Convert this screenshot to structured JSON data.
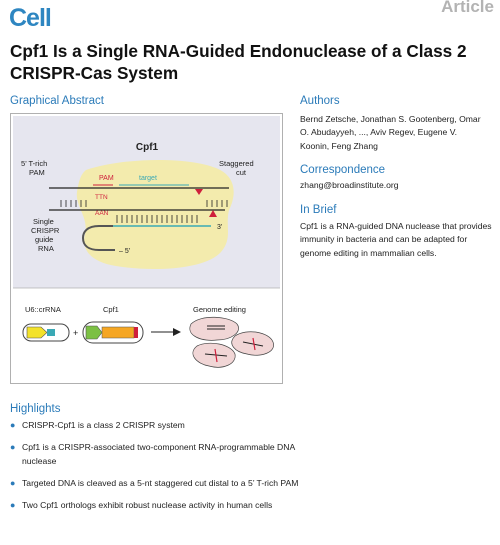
{
  "journal": "Cell",
  "article_type": "Article",
  "title": "Cpf1 Is a Single RNA-Guided Endonuclease of a Class 2 CRISPR-Cas System",
  "graphical_abstract": {
    "heading": "Graphical Abstract",
    "protein_label": "Cpf1",
    "pam_label": "5’ T-rich PAM",
    "cut_label": "Staggered cut",
    "pam_tag": "PAM",
    "target_tag": "target",
    "ttn": "TTN",
    "aan": "AAN",
    "three_prime": "3’",
    "five_prime": "5’",
    "guide_label": "Single CRISPR guide RNA",
    "u6_label": "U6::crRNA",
    "cpf1_label": "Cpf1",
    "plus": "+",
    "genome_label": "Genome editing"
  },
  "authors": {
    "heading": "Authors",
    "names": "Bernd Zetsche, Jonathan S. Gootenberg, Omar O. Abudayyeh, ..., Aviv Regev, Eugene V. Koonin, Feng Zhang"
  },
  "correspondence": {
    "heading": "Correspondence",
    "email": "zhang@broadinstitute.org"
  },
  "in_brief": {
    "heading": "In Brief",
    "text": "Cpf1 is a RNA-guided DNA nuclease that provides immunity in bacteria and can be adapted for genome editing in mammalian cells."
  },
  "highlights": {
    "heading": "Highlights",
    "items": [
      "CRISPR-Cpf1 is a class 2 CRISPR system",
      "Cpf1 is a CRISPR-associated two-component RNA-programmable DNA nuclease",
      "Targeted DNA is cleaved as a 5-nt staggered cut distal to a 5’ T-rich PAM",
      "Two Cpf1 orthologs exhibit robust nuclease activity in human cells"
    ]
  },
  "colors": {
    "accent": "#2b7bb9",
    "protein_fill": "#f3ebad",
    "pam_red": "#cf1f3c",
    "guide_teal": "#3aa9b5",
    "box_fill": "#e6e6ef"
  }
}
